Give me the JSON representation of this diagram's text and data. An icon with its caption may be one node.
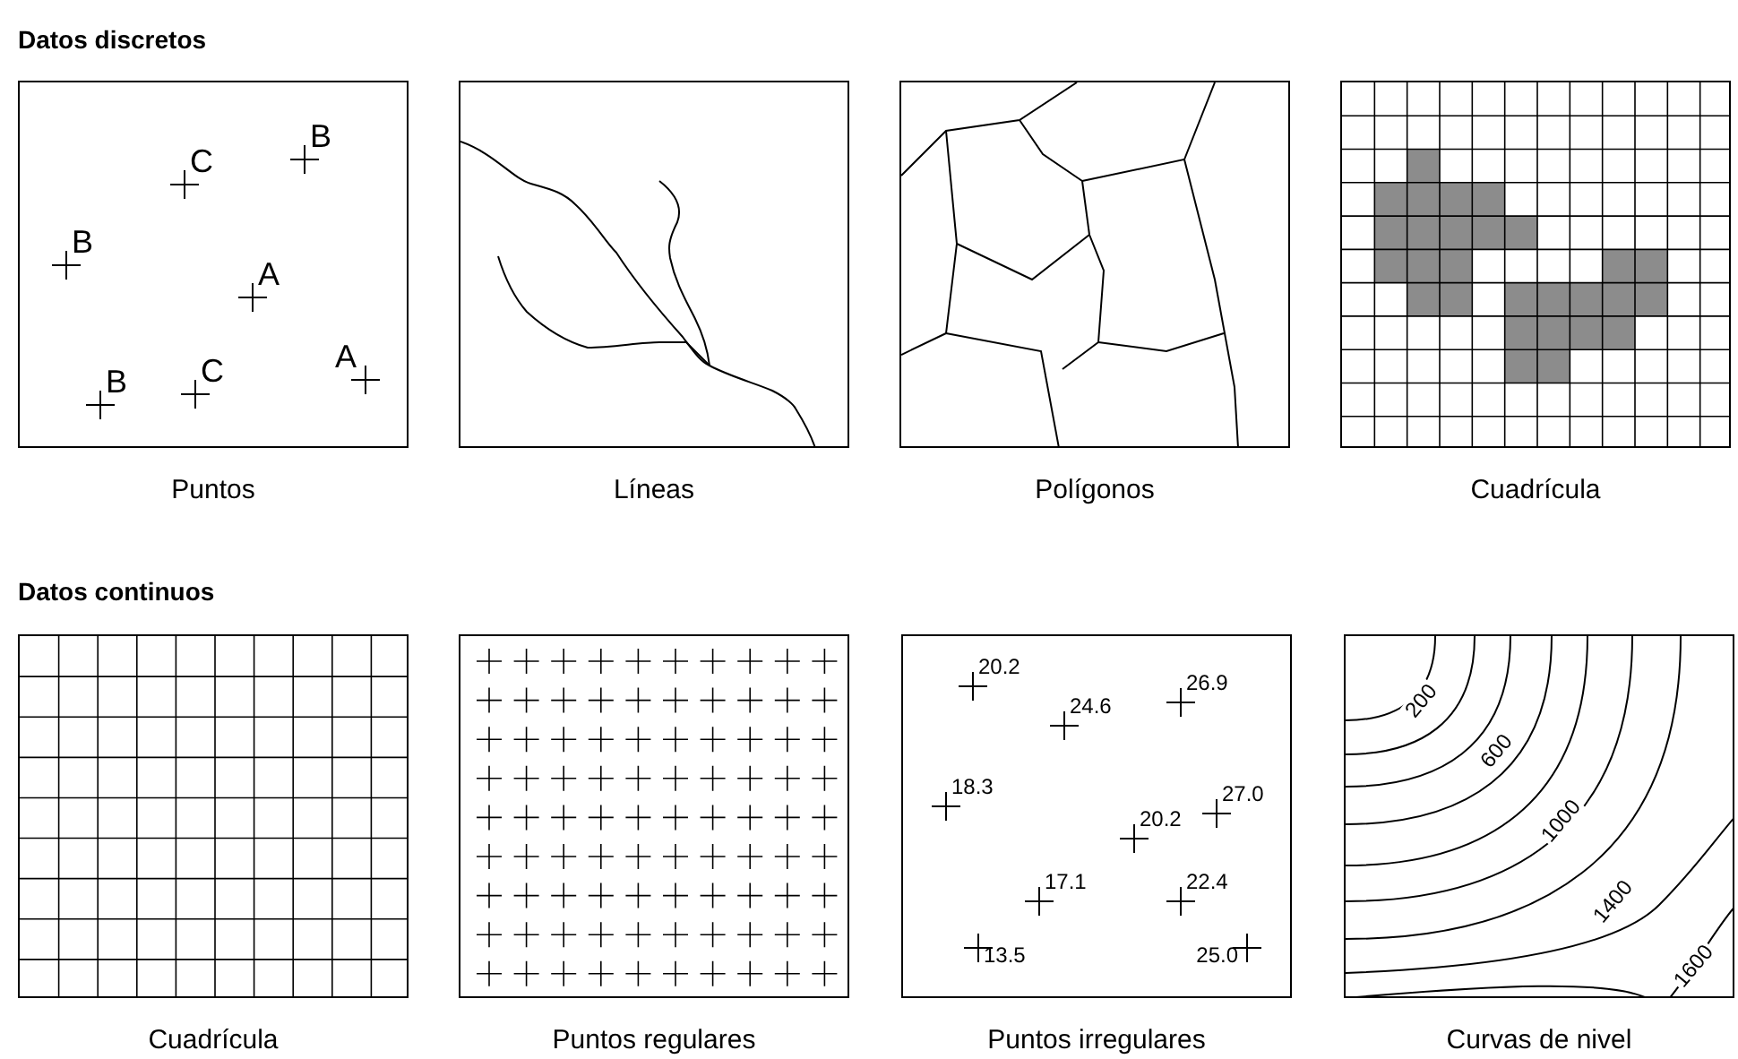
{
  "diagram": {
    "nodes": [
      {
        "text": [
          "B",
          "C",
          "B",
          "A",
          "A",
          "B",
          "C"
        ],
        "beside": [
          "Puntos"
        ]
      },
      {
        "text": [],
        "shape": "box",
        "beside": [
          "Líneas"
        ]
      },
      {
        "text": [],
        "shape": "box",
        "beside": [
          "Polígonos"
        ]
      },
      {
        "text": [],
        "shape": "box",
        "beside": [
          "Cuadrícula"
        ]
      },
      {
        "text": [],
        "shape": "box",
        "beside": [
          "Cuadrícula"
        ]
      },
      {
        "text": [],
        "shape": "box",
        "beside": [
          "Puntos regulares"
        ]
      },
      {
        "text": [
          "20.2",
          "26.9",
          "24.6",
          "18.3",
          "27.0",
          "20.2",
          "17.1",
          "22.4",
          "13.5",
          "25.0"
        ],
        "beside": [
          "Puntos irregulares"
        ]
      },
      {
        "text": [
          "200",
          "600",
          "1000",
          "1400",
          "1600"
        ],
        "beside": [
          "Curvas de nivel"
        ]
      }
    ],
    "edges": [],
    "labels": [
      "Datos discretos",
      "Datos continuos"
    ]
  }
}
